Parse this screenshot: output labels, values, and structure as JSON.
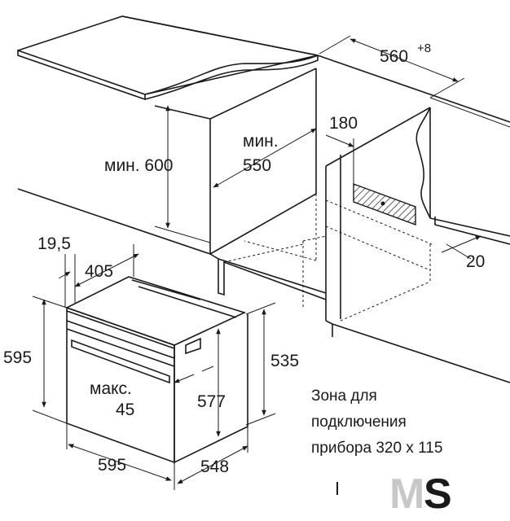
{
  "dimensions": {
    "niche_width": "560",
    "niche_width_tol": "+8",
    "min_height_label": "мин. 600",
    "min_depth_label_1": "мин.",
    "min_depth_label_2": "550",
    "opening_180": "180",
    "gap_20": "20",
    "front_19_5": "19,5",
    "depth_405": "405",
    "height_595": "595",
    "height_535": "535",
    "max_label_1": "макс.",
    "max_label_2": "45",
    "height_577": "577",
    "width_595": "595",
    "depth_548": "548"
  },
  "note": {
    "line1": "Зона для",
    "line2": "подключения",
    "line3": "прибора 320 х 115"
  },
  "logo": {
    "letter_m": "M",
    "letter_s": "S",
    "colors": {
      "m": "#c8c8c8",
      "s": "#1a1a1a"
    }
  }
}
